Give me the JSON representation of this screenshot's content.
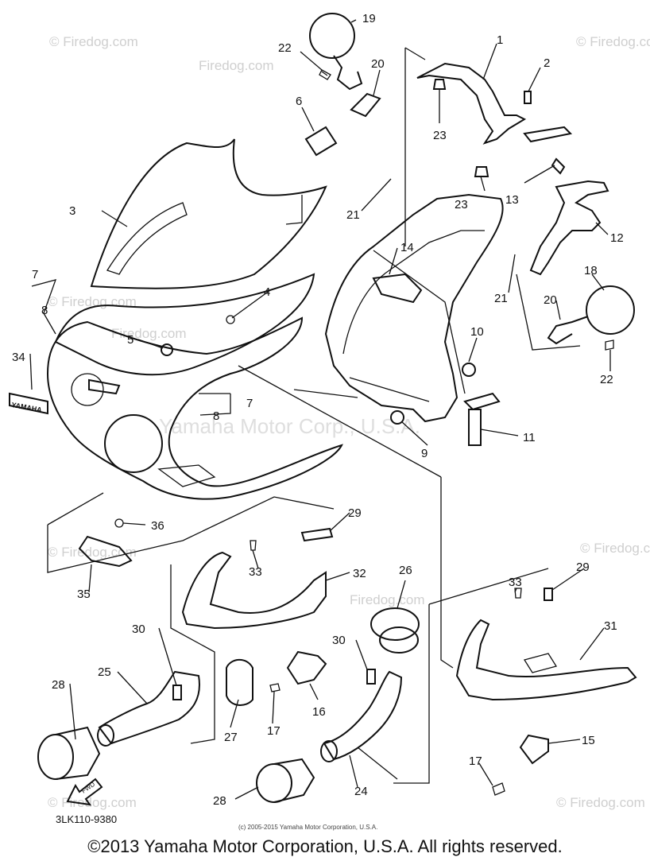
{
  "watermarks": {
    "site": "© Firedog.com",
    "site_plain": "Firedog.com",
    "center": "Yamaha Motor Corp., U.S.A."
  },
  "callouts": [
    "1",
    "2",
    "3",
    "4",
    "5",
    "6",
    "7",
    "8",
    "9",
    "10",
    "11",
    "12",
    "13",
    "14",
    "15",
    "16",
    "17",
    "18",
    "19",
    "20",
    "21",
    "22",
    "23",
    "24",
    "25",
    "26",
    "27",
    "28",
    "29",
    "30",
    "31",
    "32",
    "33",
    "34",
    "35",
    "36"
  ],
  "badge_text": "YAMAHA",
  "arrow_text": "FWD",
  "diagram_code": "3LK110-9380",
  "small_copyright": "(c) 2005-2015 Yamaha Motor Corporation, U.S.A.",
  "footer": "©2013 Yamaha Motor Corporation, U.S.A. All rights reserved."
}
